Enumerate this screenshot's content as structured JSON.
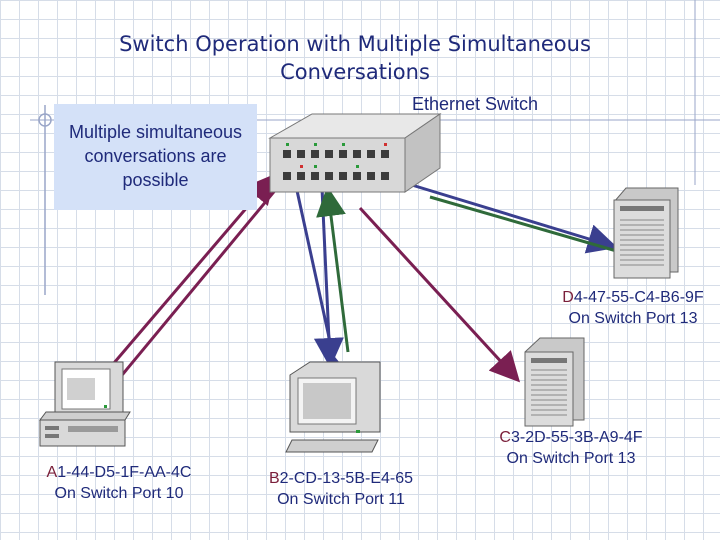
{
  "title": {
    "line1": "Switch Operation with Multiple Simultaneous",
    "line2": "Conversations"
  },
  "callout": {
    "line1": "Multiple simultaneous",
    "line2": "conversations are",
    "line3": "possible"
  },
  "switch": {
    "label": "Ethernet Switch"
  },
  "hosts": {
    "a": {
      "letter": "A",
      "mac_rest": "1-44-D5-1F-AA-4C",
      "port": "On Switch Port 10"
    },
    "b": {
      "letter": "B",
      "mac_rest": "2-CD-13-5B-E4-65",
      "port": "On Switch Port 11"
    },
    "c": {
      "letter": "C",
      "mac_rest": "3-2D-55-3B-A9-4F",
      "port": "On Switch Port 13"
    },
    "d": {
      "letter": "D",
      "mac_rest": "4-47-55-C4-B6-9F",
      "port": "On Switch Port 13"
    }
  },
  "colors": {
    "text": "#1f2a7a",
    "purple_link": "#7a1f52",
    "blue_link": "#3a3f8f",
    "green_link": "#2f6a3a",
    "callout_bg": "#d4e1f8"
  }
}
